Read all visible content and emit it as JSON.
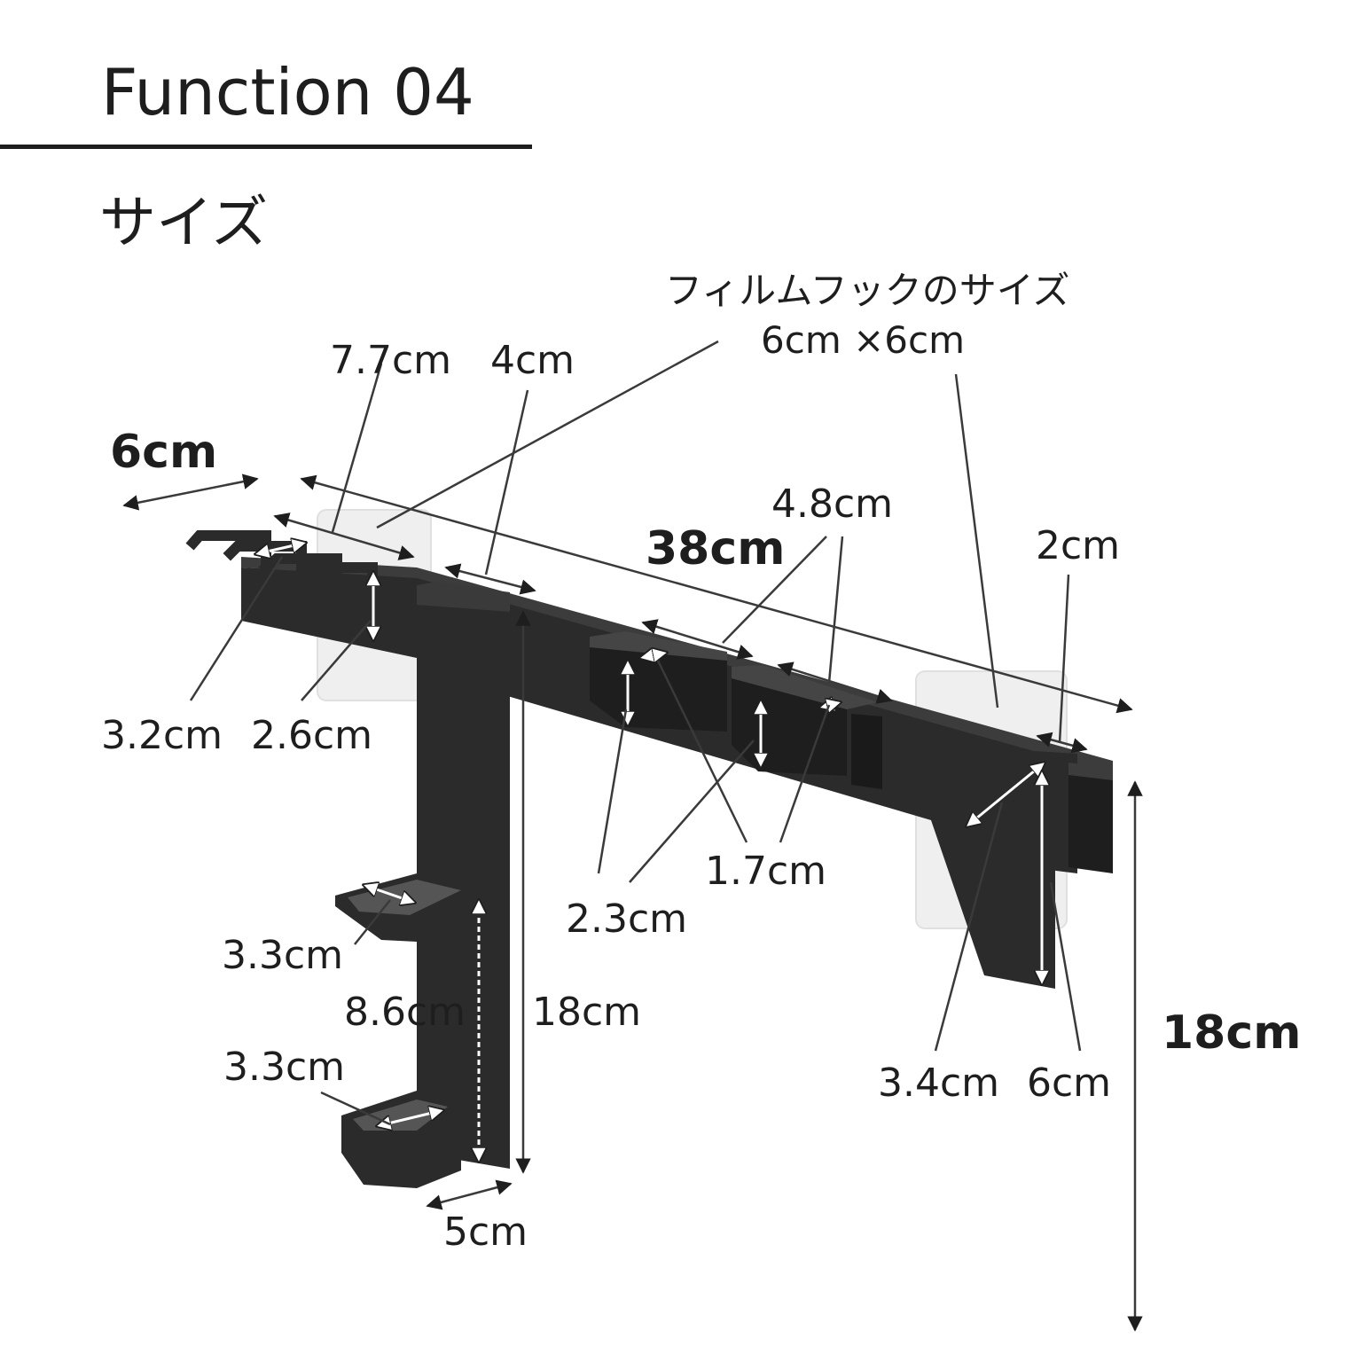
{
  "header": {
    "title": "Function 04",
    "subtitle": "サイズ"
  },
  "film_hook_note": {
    "line1": "フィルムフックのサイズ",
    "line2": "6cm ×6cm"
  },
  "dimensions": {
    "hook_depth": "6cm",
    "hook_row_width": "7.7cm",
    "gap_width": "4cm",
    "total_width": "38cm",
    "clip_width": "4.8cm",
    "right_slot_width": "2cm",
    "hook_spacing": "3.2cm",
    "hook_height": "2.6cm",
    "clip_depth": "1.7cm",
    "clip_height": "2.3cm",
    "tray_top_depth": "3.3cm",
    "tray_spacing": "8.6cm",
    "stem_height": "18cm",
    "tray_bottom_depth": "3.3cm",
    "stem_width": "5cm",
    "bracket_depth": "3.4cm",
    "bracket_height": "6cm",
    "total_height": "18cm"
  },
  "colors": {
    "product": "#2b2b2b",
    "product_shade": "#1a1a1a",
    "product_top": "#3c3c3c",
    "film_hook": "#efefef",
    "line": "#3a3a3a"
  }
}
